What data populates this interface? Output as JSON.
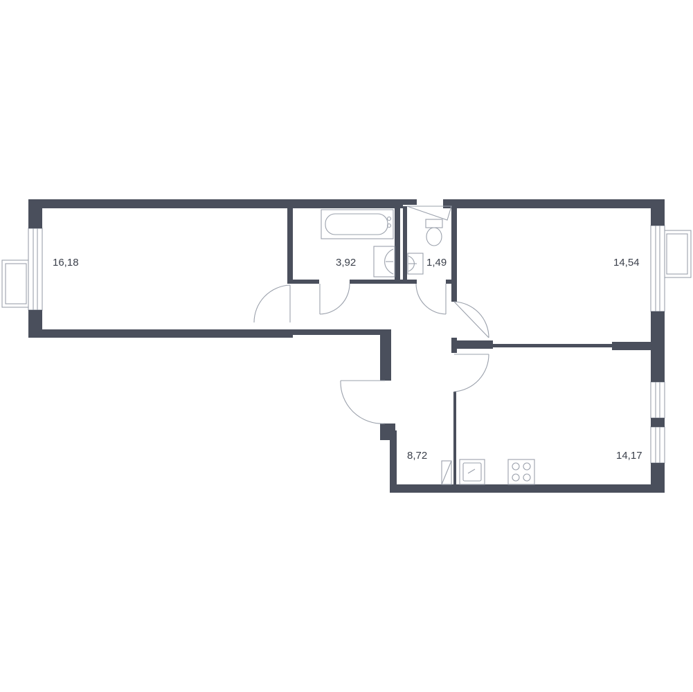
{
  "rooms": [
    {
      "id": "living-room",
      "area": "16,18"
    },
    {
      "id": "bathroom",
      "area": "3,92"
    },
    {
      "id": "toilet",
      "area": "1,49"
    },
    {
      "id": "bedroom",
      "area": "14,54"
    },
    {
      "id": "hallway",
      "area": "8,72"
    },
    {
      "id": "kitchen",
      "area": "14,17"
    }
  ],
  "colors": {
    "wall": "#4a4f5c",
    "fixture": "#9aa0ab",
    "text": "#3a3f4a",
    "background": "#ffffff"
  }
}
